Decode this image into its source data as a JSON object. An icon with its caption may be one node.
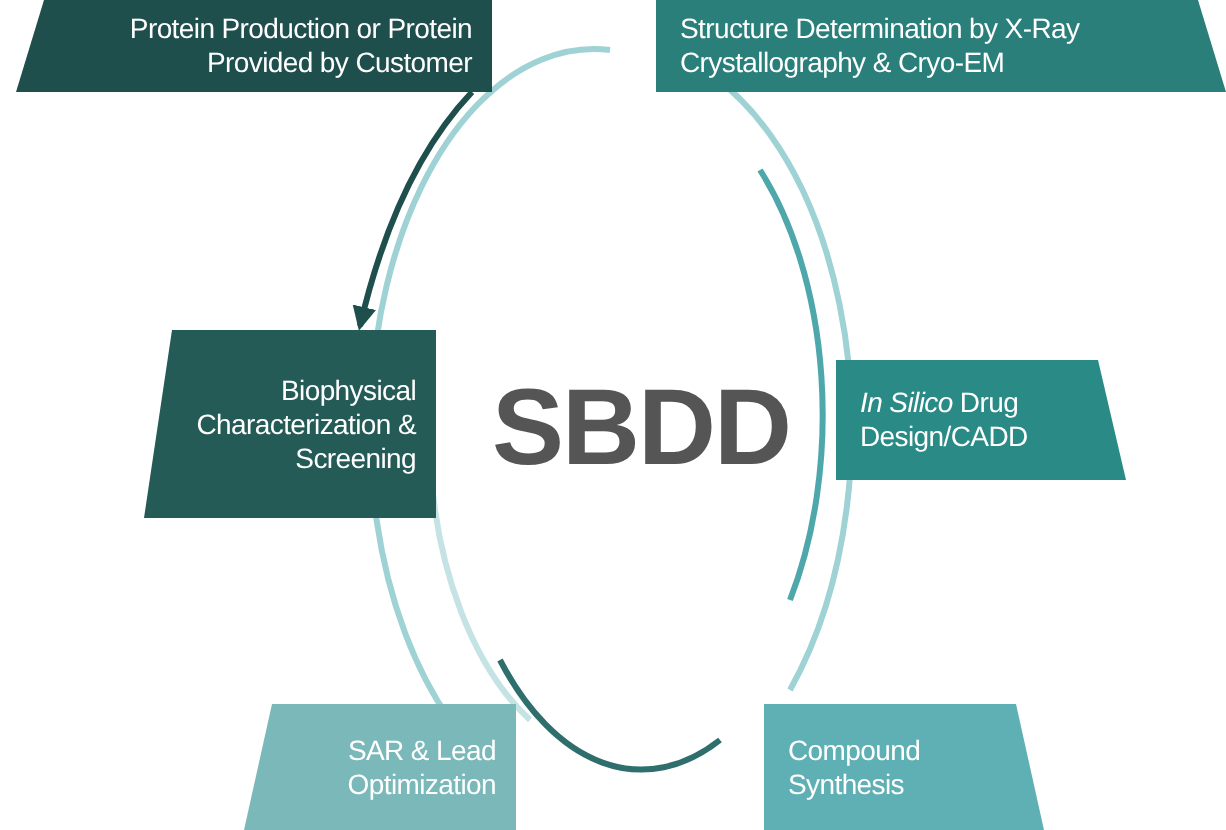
{
  "diagram": {
    "nodes": [
      {
        "text": [
          "Protein Production or Protein Provided by Customer"
        ]
      },
      {
        "text": [
          "Structure Determination by X-Ray Crystallography & Cryo-EM"
        ]
      },
      {
        "text": [
          "Biophysical Characterization & Screening"
        ]
      },
      {
        "text": [
          "*In Silico* Drug Design/CADD"
        ]
      },
      {
        "text": [
          "SAR & Lead Optimization"
        ]
      },
      {
        "text": [
          "Compound Synthesis"
        ]
      }
    ],
    "edges": [
      {
        "from": 0,
        "to": 2,
        "arrow": "to"
      }
    ],
    "labels": [
      "SBDD"
    ]
  }
}
